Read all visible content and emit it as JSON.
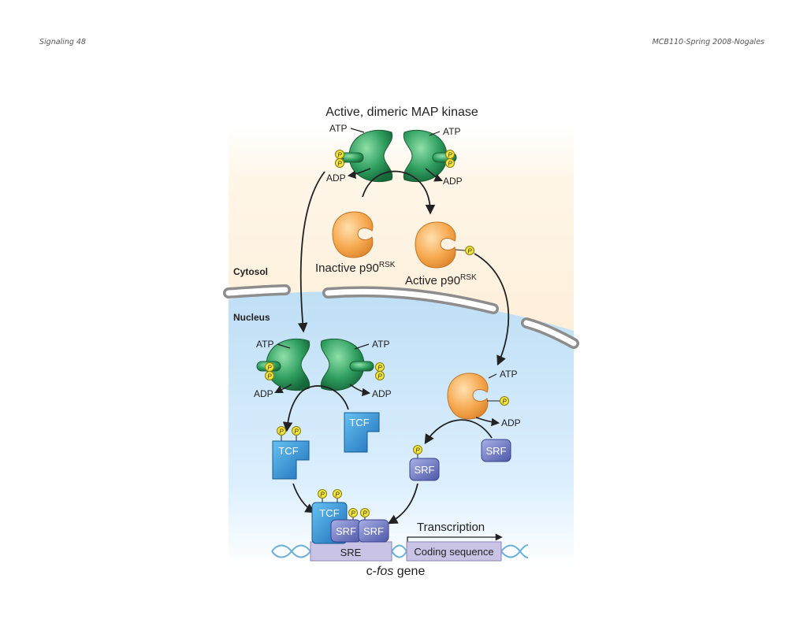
{
  "header": {
    "left": "Signaling 48",
    "right": "MCB110-Spring 2008-Nogales"
  },
  "figure": {
    "title": "Active, dimeric MAP kinase",
    "cytosol_label": "Cytosol",
    "nucleus_label": "Nucleus",
    "atp": "ATP",
    "adp": "ADP",
    "phospho": "P",
    "inactive_rsk": "Inactive p90",
    "active_rsk": "Active p90",
    "rsk_superscript": "RSK",
    "tcf": "TCF",
    "srf": "SRF",
    "sre": "SRE",
    "transcription": "Transcription",
    "coding_sequence": "Coding sequence",
    "gene_prefix": "c-",
    "gene_name": "fos",
    "gene_suffix": " gene"
  },
  "colors": {
    "cytosol_bg": "#fbe9cd",
    "nucleus_bg": "#cfe6f7",
    "kinase_green": "#2e9e5e",
    "rsk_orange": "#f5a64b",
    "tcf_blue": "#2f8fd6",
    "srf_purple": "#6a74c2",
    "phospho_yellow": "#f3e43a",
    "sre_box": "#c9c3e6"
  }
}
